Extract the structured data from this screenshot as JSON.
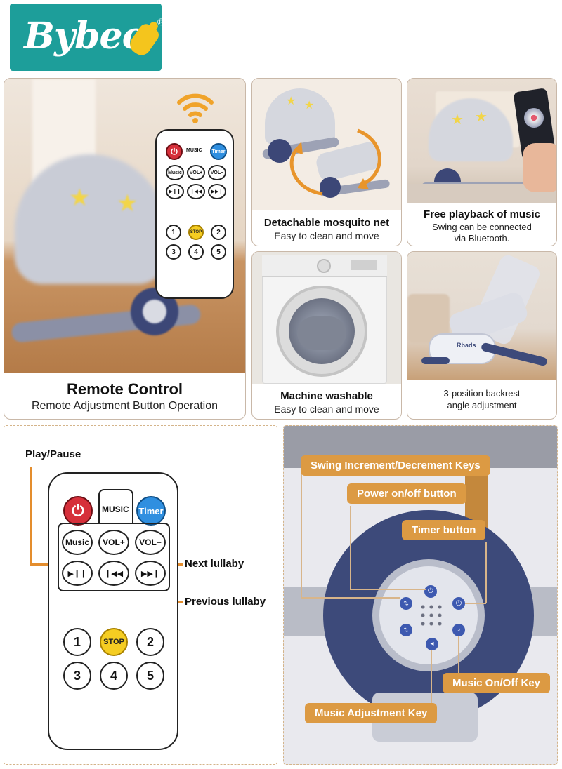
{
  "brand": {
    "name": "Bybeo",
    "registered": "®"
  },
  "features": {
    "remote_control": {
      "title": "Remote Control",
      "subtitle": "Remote Adjustment Button Operation"
    },
    "mosquito_net": {
      "title": "Detachable mosquito net",
      "subtitle": "Easy to clean and move"
    },
    "music": {
      "title": "Free playback of music",
      "subtitle_line1": "Swing can be connected",
      "subtitle_line2": "via Bluetooth."
    },
    "washable": {
      "title": "Machine washable",
      "subtitle": "Easy to clean and move"
    },
    "backrest": {
      "line1": "3-position backrest",
      "line2": "angle adjustment"
    }
  },
  "remote": {
    "music_label": "MUSIC",
    "timer_label": "Timer",
    "music_key": "Music",
    "vol_up": "VOL+",
    "vol_down": "VOL−",
    "play_pause_icon": "▶❙❙",
    "prev_icon": "❙◀◀",
    "next_icon": "▶▶❙",
    "stop": "STOP",
    "num1": "1",
    "num2": "2",
    "num3": "3",
    "num4": "4",
    "num5": "5"
  },
  "remote_annotations": {
    "play_pause": "Play/Pause",
    "next": "Next lullaby",
    "previous": "Previous lullaby"
  },
  "panel_labels": {
    "swing_keys": "Swing Increment/Decrement Keys",
    "power": "Power on/off button",
    "timer": "Timer button",
    "music_onoff": "Music On/Off Key",
    "music_adjust": "Music Adjustment Key"
  },
  "product_badge": "Rbads",
  "colors": {
    "brand_teal": "#1d9e9a",
    "label_orange": "#dc9a43",
    "unit_navy": "#3d4a7a"
  }
}
